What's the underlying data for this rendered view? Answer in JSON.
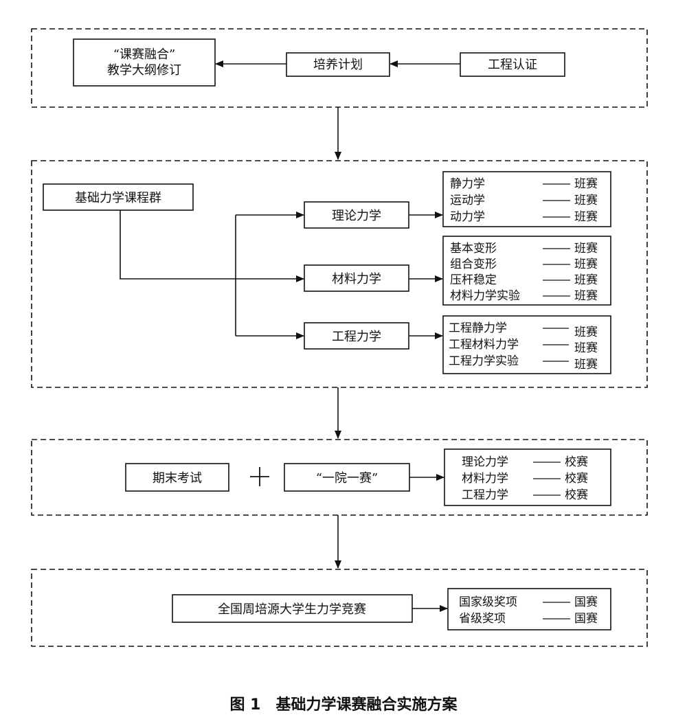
{
  "section1": {
    "syllabus_line1": "“课赛融合”",
    "syllabus_line2": "教学大纲修订",
    "training_plan": "培养计划",
    "certification": "工程认证"
  },
  "section2": {
    "course_group": "基础力学课程群",
    "courses": [
      "理论力学",
      "材料力学",
      "工程力学"
    ],
    "theory_items": [
      {
        "name": "静力学",
        "tag": "班赛"
      },
      {
        "name": "运动学",
        "tag": "班赛"
      },
      {
        "name": "动力学",
        "tag": "班赛"
      }
    ],
    "materials_items": [
      {
        "name": "基本变形",
        "tag": "班赛"
      },
      {
        "name": "组合变形",
        "tag": "班赛"
      },
      {
        "name": "压杆稳定",
        "tag": "班赛"
      },
      {
        "name": "材料力学实验",
        "tag": "班赛"
      }
    ],
    "engineering_items": [
      {
        "name": "工程静力学",
        "tag": "班赛"
      },
      {
        "name": "工程材料力学",
        "tag": "班赛"
      },
      {
        "name": "工程力学实验",
        "tag": "班赛"
      }
    ]
  },
  "section3": {
    "final_exam": "期末考试",
    "plus": "+",
    "one_college": "“一院一赛”",
    "school_items": [
      {
        "name": "理论力学",
        "tag": "校赛"
      },
      {
        "name": "材料力学",
        "tag": "校赛"
      },
      {
        "name": "工程力学",
        "tag": "校赛"
      }
    ]
  },
  "section4": {
    "competition": "全国周培源大学生力学竞赛",
    "award_items": [
      {
        "name": "国家级奖项",
        "tag": "国赛"
      },
      {
        "name": "省级奖项",
        "tag": "国赛"
      }
    ]
  },
  "caption": "图 1　基础力学课赛融合实施方案"
}
